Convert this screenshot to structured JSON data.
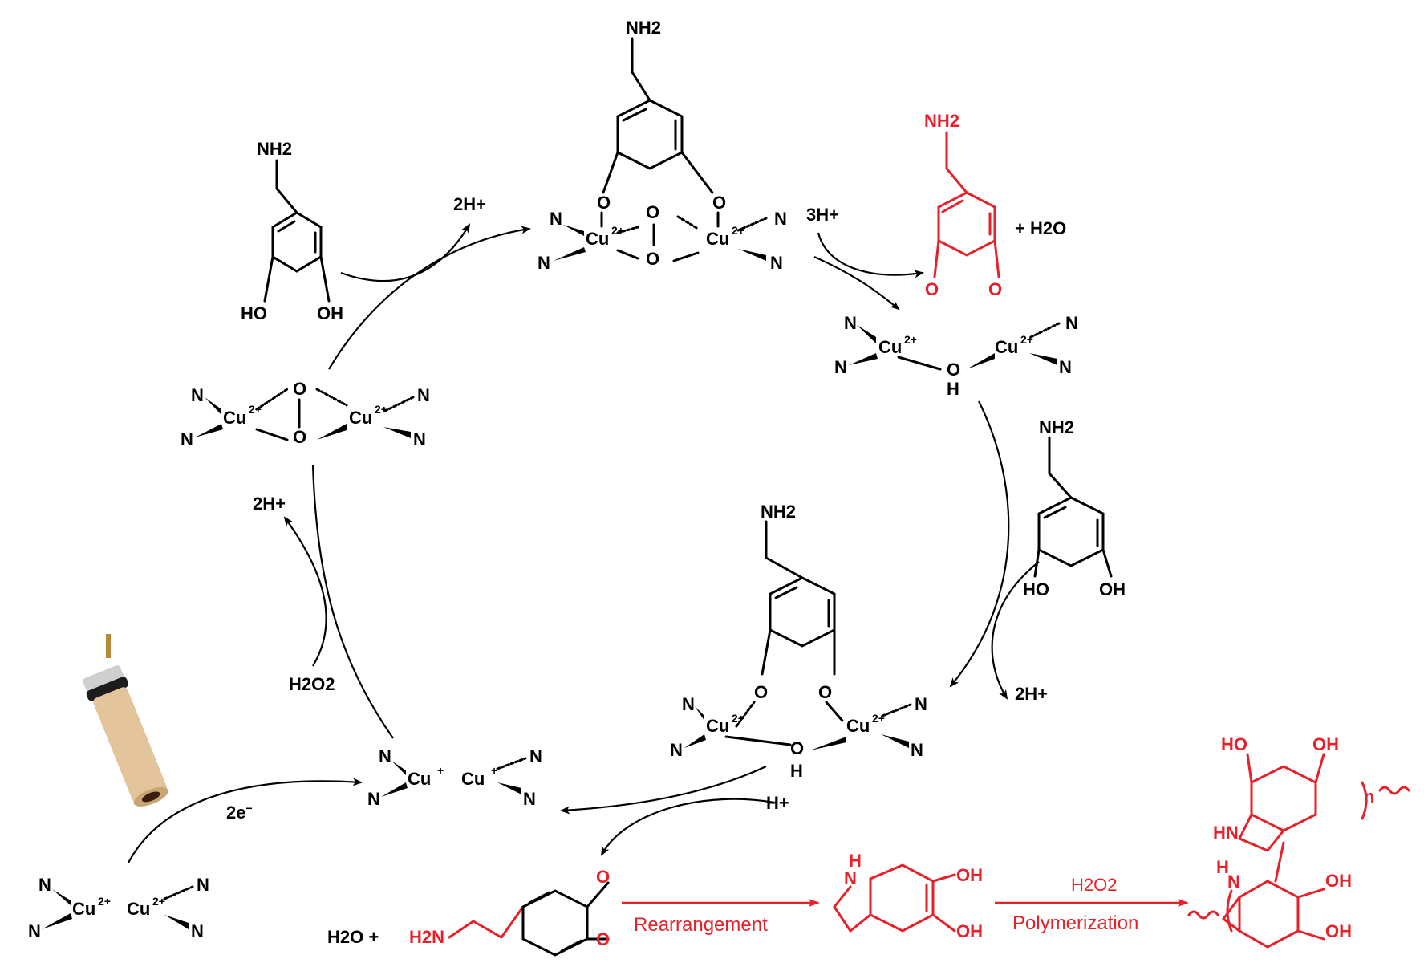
{
  "reagents": {
    "h2o2": "H2O2",
    "two_e": "2e",
    "two_h_top": "2H+",
    "three_h": "3H+",
    "h2o_plus": "+ H2O",
    "two_h_left": "2H+",
    "two_h_right": "2H+",
    "h_plus": "H+",
    "h2o_bottom": "H2O +"
  },
  "steps": {
    "rearrangement": "Rearrangement",
    "polymerization": "Polymerization",
    "polymer_reagent": "H2O2",
    "polymer_n": "n"
  },
  "atoms": {
    "nh2": "NH2",
    "h2n": "H2N",
    "ho": "HO",
    "oh": "OH",
    "o": "O",
    "n": "N",
    "h": "H",
    "hn": "HN",
    "cu": "Cu"
  },
  "charges": {
    "cu2": "2+",
    "cu1": "+"
  },
  "colors": {
    "product": "#e8202a",
    "ink": "#000000",
    "electrode_body": "#e3c49b",
    "electrode_ring": "#1c1c1c"
  }
}
